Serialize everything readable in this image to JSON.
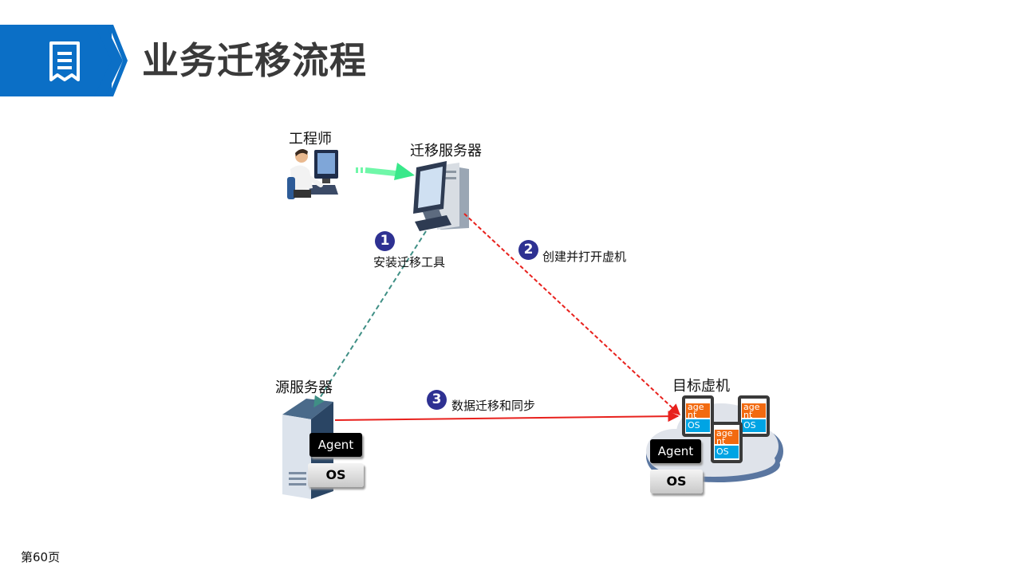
{
  "header": {
    "title": "业务迁移流程"
  },
  "labels": {
    "engineer": "工程师",
    "migration_server": "迁移服务器",
    "source_server": "源服务器",
    "target_vm": "目标虚机"
  },
  "steps": [
    {
      "number": "1",
      "text": "安装迁移工具"
    },
    {
      "number": "2",
      "text": "创建并打开虚机"
    },
    {
      "number": "3",
      "text": "数据迁移和同步"
    }
  ],
  "source_stack": {
    "agent": "Agent",
    "os": "OS"
  },
  "target_stack": {
    "agent": "Agent",
    "os": "OS"
  },
  "vms": [
    {
      "agent": "age nt",
      "os": "OS"
    },
    {
      "agent": "age nt",
      "os": "OS"
    },
    {
      "agent": "age nt",
      "os": "OS"
    }
  ],
  "footer": {
    "page": "第60页"
  },
  "colors": {
    "accent": "#0b6fc6",
    "badge": "#2e3192",
    "arrow_red": "#e8211d",
    "arrow_teal": "#3f8f85"
  }
}
